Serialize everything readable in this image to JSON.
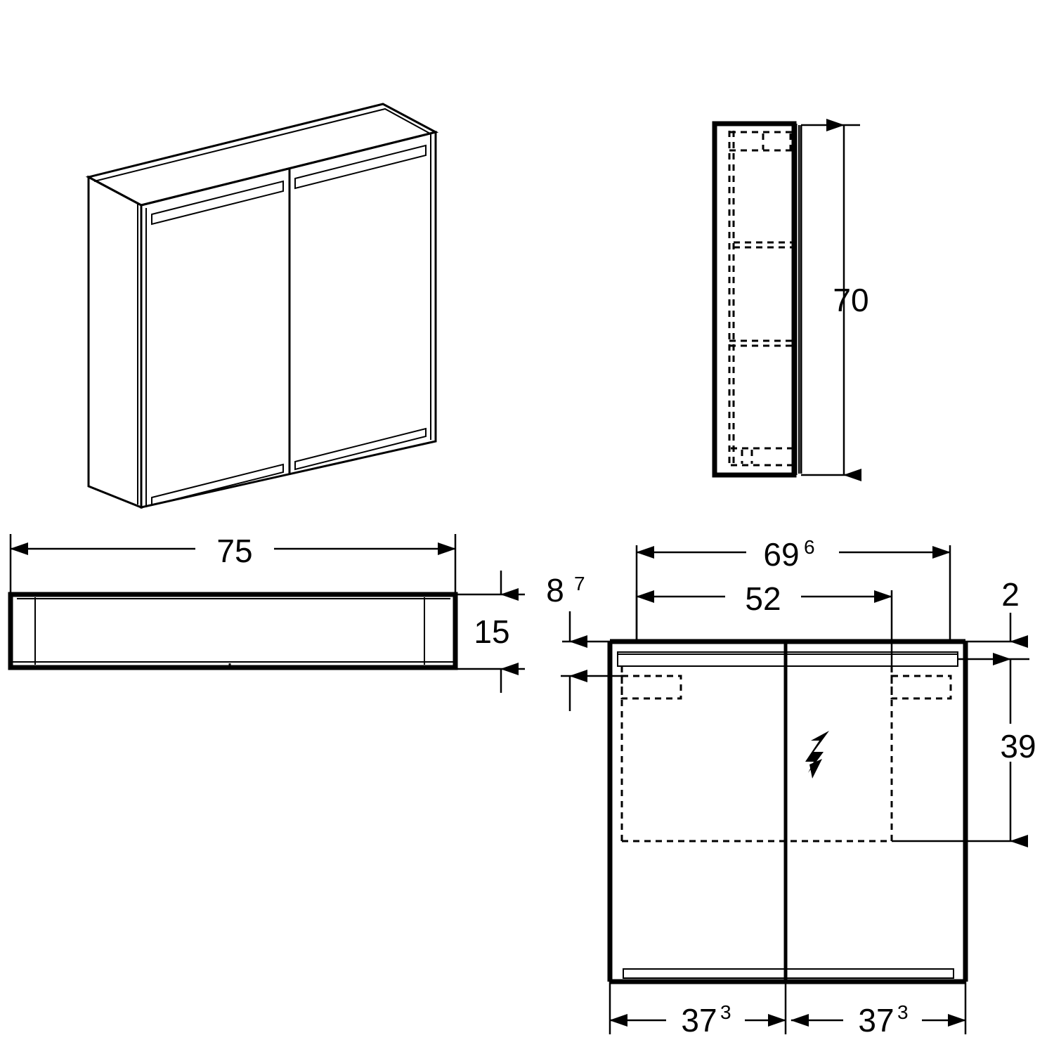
{
  "drawing": {
    "title": "Mirror cabinet technical drawing",
    "units_note": "",
    "line_color": "#000000",
    "background_color": "#ffffff"
  },
  "views": {
    "isometric": {
      "name": "isometric-view",
      "description": "Two-door mirror cabinet, perspective view with LED light strips top and bottom"
    },
    "side": {
      "name": "side-view",
      "description": "Narrow side section with dashed shelves and door leaf"
    },
    "top": {
      "name": "top-view",
      "description": "Plan view of cabinet depth"
    },
    "front": {
      "name": "front-view",
      "description": "Front elevation with two doors, LED strip, hinge plates and electrical hazard symbol"
    }
  },
  "dimensions": {
    "width_overall": {
      "value": "75",
      "sup": "",
      "label": "75"
    },
    "height_overall": {
      "value": "70",
      "sup": "",
      "label": "70"
    },
    "depth": {
      "value": "15",
      "sup": "",
      "label": "15"
    },
    "front_width_inner": {
      "value": "69",
      "sup": "6",
      "label": "69⁶"
    },
    "led_width": {
      "value": "52",
      "sup": "",
      "label": "52"
    },
    "hinge_offset_top": {
      "value": "8",
      "sup": "7",
      "label": "8⁷"
    },
    "led_strip_height": {
      "value": "2",
      "sup": "",
      "label": "2"
    },
    "shelf_zone_height": {
      "value": "39",
      "sup": "",
      "label": "39"
    },
    "door_left_width": {
      "value": "37",
      "sup": "3",
      "label": "37³"
    },
    "door_right_width": {
      "value": "37",
      "sup": "3",
      "label": "37³"
    }
  },
  "symbols": {
    "electrical_hazard": {
      "name": "lightning-bolt-icon",
      "label": "Electrical hazard"
    }
  }
}
